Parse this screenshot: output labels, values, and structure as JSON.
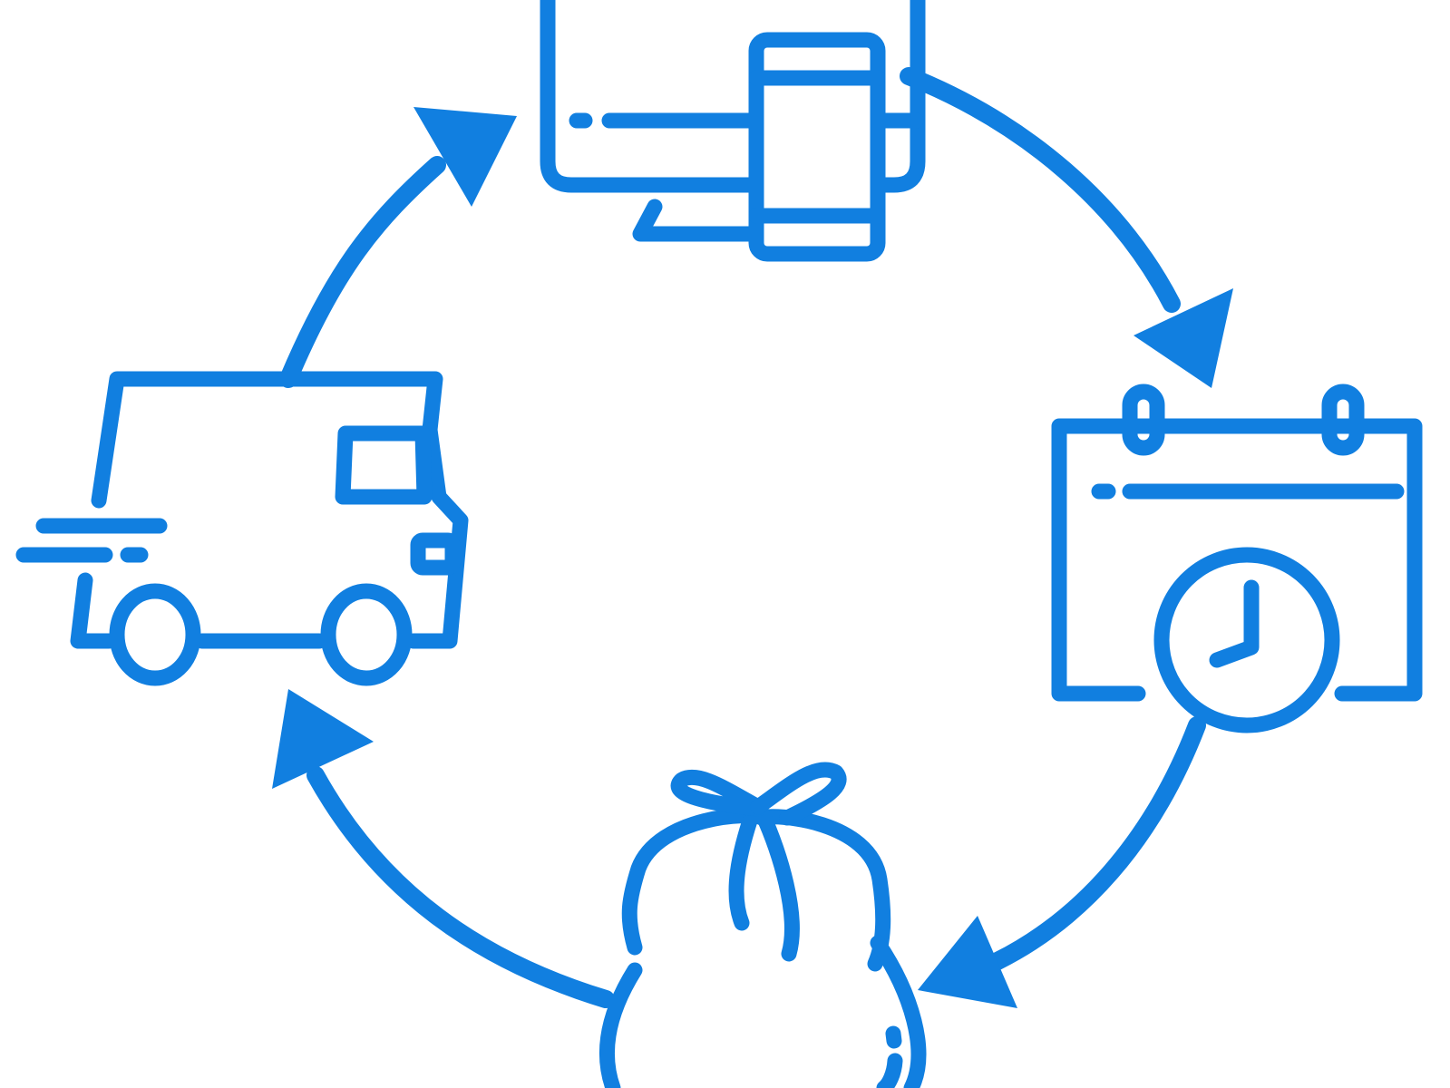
{
  "diagram": {
    "type": "cycle",
    "accent_color": "#117FE0",
    "background_color": "#FFFFFF",
    "steps": [
      {
        "id": "order-online",
        "icon": "desktop-and-mobile-icon"
      },
      {
        "id": "schedule-pickup",
        "icon": "calendar-clock-icon"
      },
      {
        "id": "bag-items",
        "icon": "tied-bag-icon"
      },
      {
        "id": "delivery",
        "icon": "delivery-truck-icon"
      }
    ],
    "connectors": [
      {
        "from": "order-online",
        "to": "schedule-pickup",
        "icon": "arrow-icon"
      },
      {
        "from": "schedule-pickup",
        "to": "bag-items",
        "icon": "arrow-icon"
      },
      {
        "from": "bag-items",
        "to": "delivery",
        "icon": "arrow-icon"
      },
      {
        "from": "delivery",
        "to": "order-online",
        "icon": "arrow-icon"
      }
    ]
  }
}
